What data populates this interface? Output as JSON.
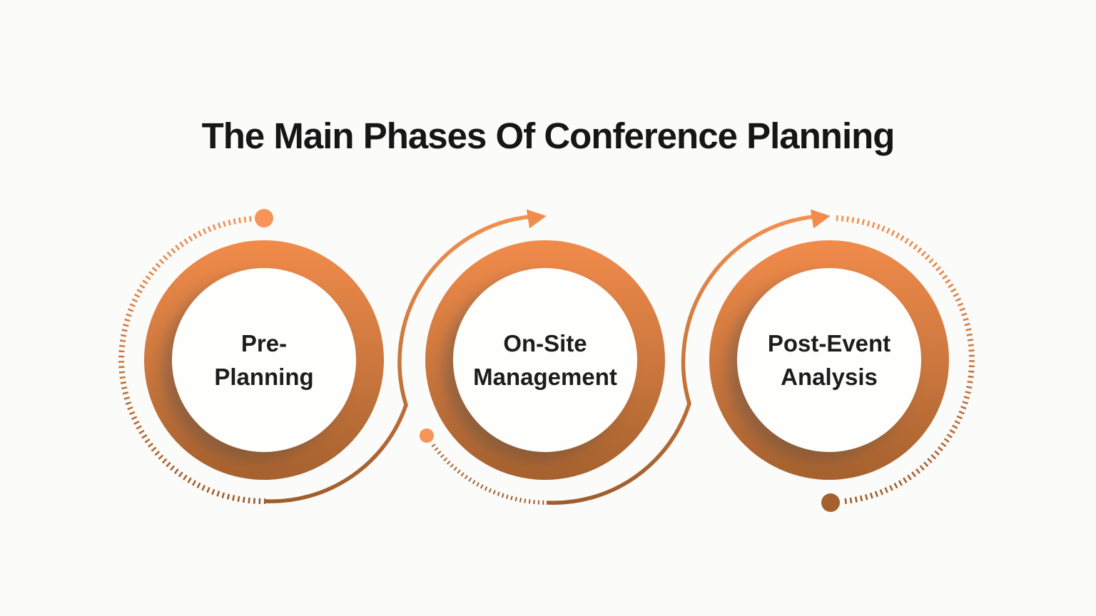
{
  "title": "The Main Phases Of Conference Planning",
  "phases": [
    {
      "name": "Pre-Planning",
      "label_line1": "Pre-",
      "label_line2": "Planning"
    },
    {
      "name": "On-Site Management",
      "label_line1": "On-Site",
      "label_line2": "Management"
    },
    {
      "name": "Post-Event Analysis",
      "label_line1": "Post-Event",
      "label_line2": "Analysis"
    }
  ],
  "flow_icons": [
    "start-dot-icon",
    "arrow-right-icon",
    "mid-dot-icon",
    "arrow-right-icon",
    "end-dot-icon"
  ],
  "colors": {
    "background": "#FBFBFA",
    "ring_gradient_top": "#F18B4B",
    "ring_gradient_bottom": "#A5612E",
    "arc_gradient_top": "#F5914F",
    "arc_gradient_bottom": "#9C5B2B",
    "dot_light": "#F8935A",
    "dot_dark": "#A4612E",
    "arrow": "#F18C4C",
    "title_text": "#161616",
    "label_text": "#1D1D1D"
  }
}
